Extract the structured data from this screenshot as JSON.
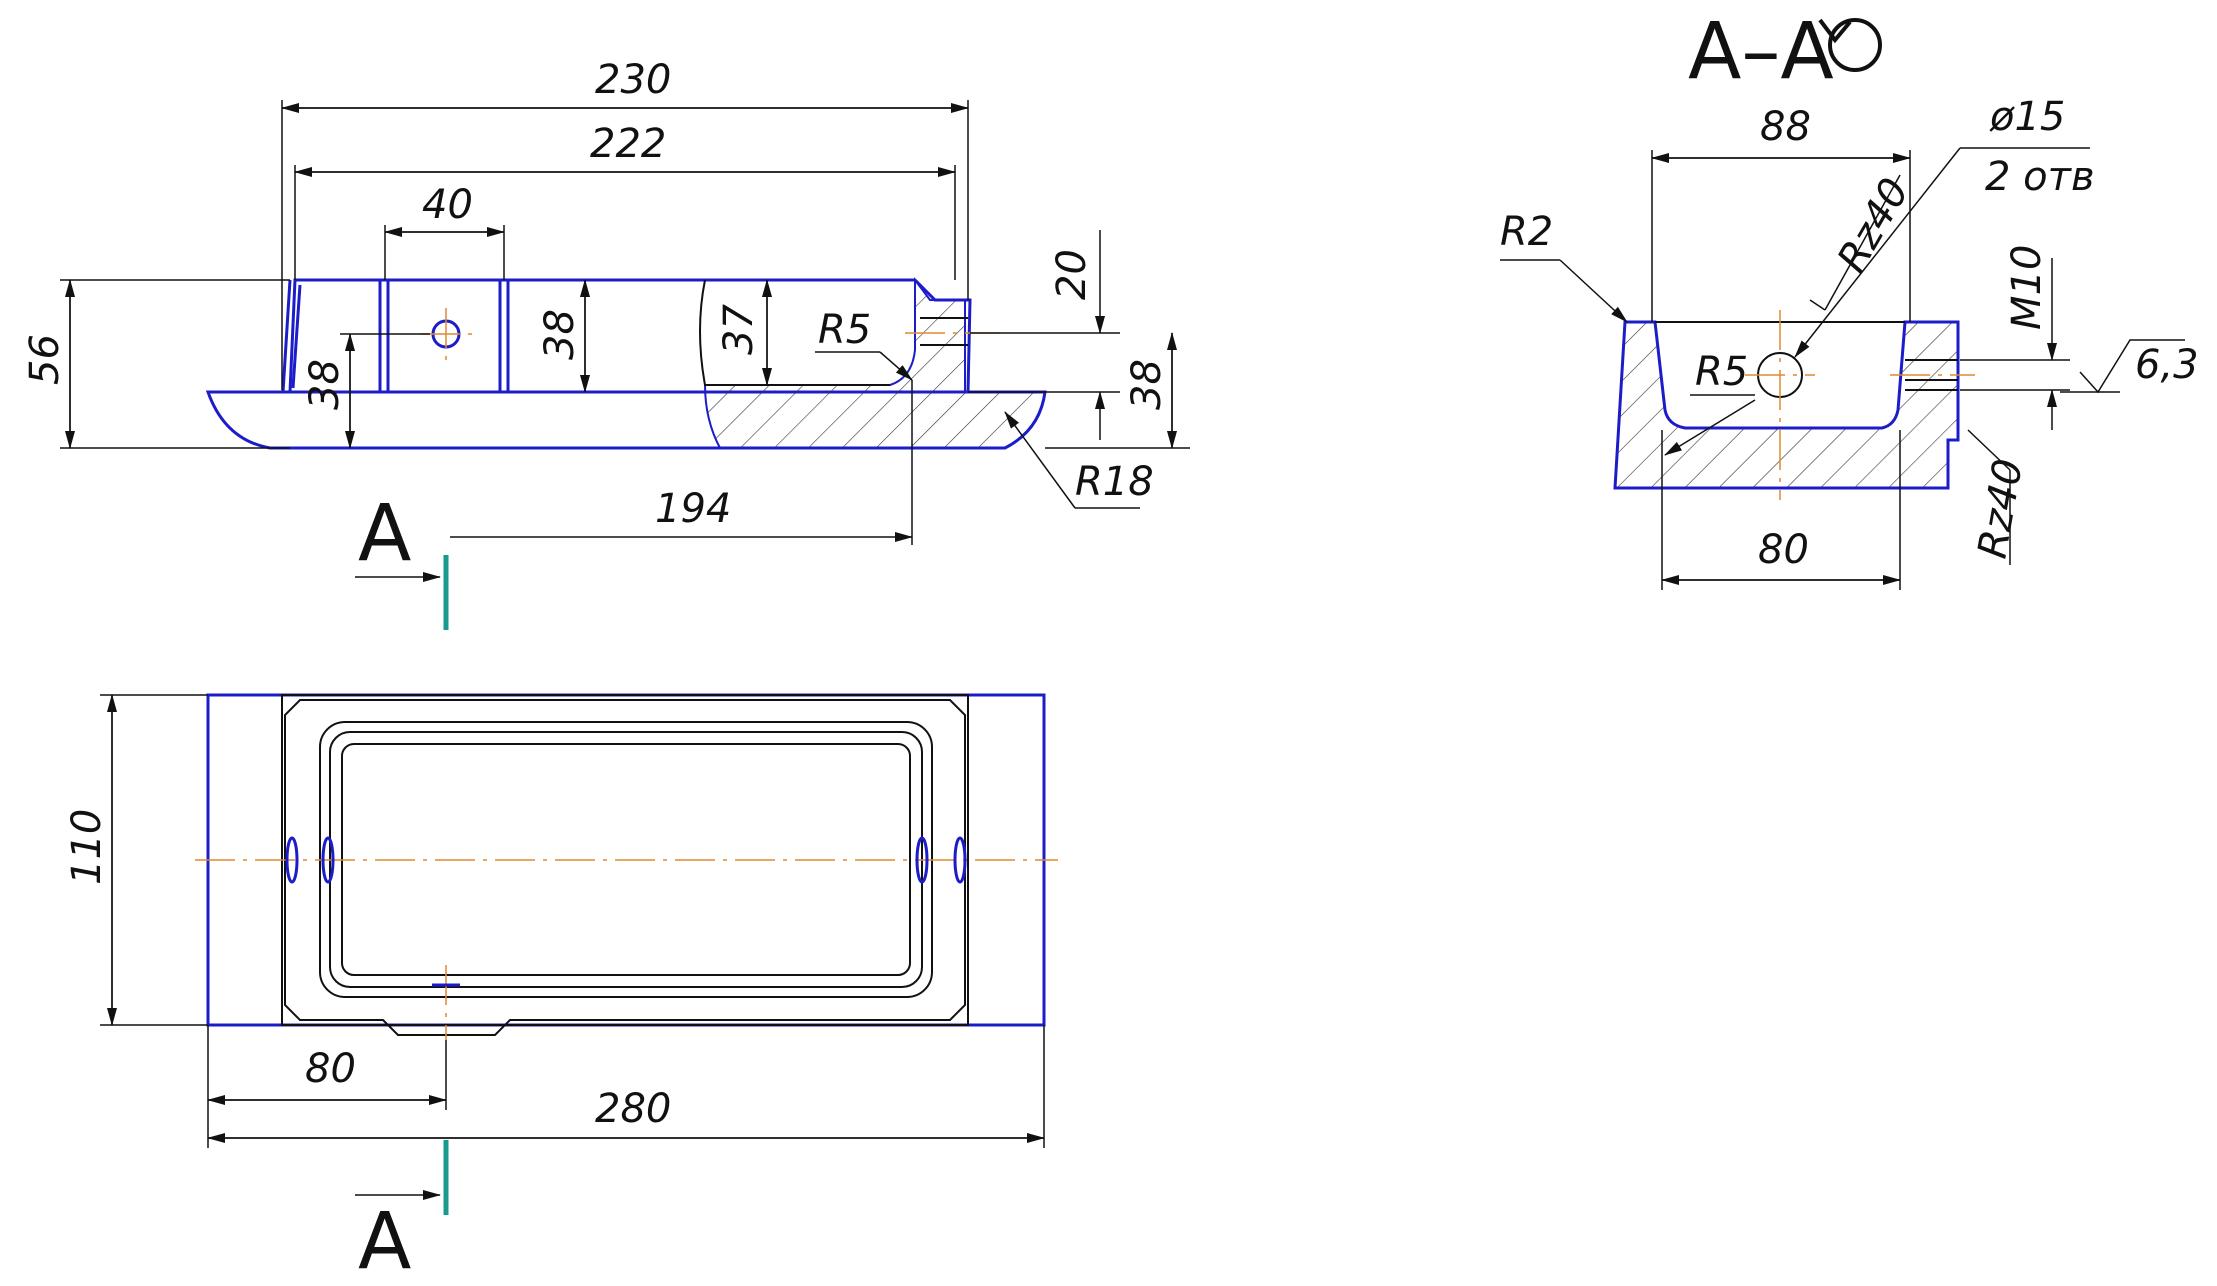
{
  "section_label": "А–А",
  "cut_labels": [
    "А",
    "А"
  ],
  "front_view": {
    "dims": {
      "overall_length": "230",
      "inner_length": "222",
      "hole_spacing": "40",
      "overall_height": "56",
      "inner_height_a": "38",
      "inner_height_b": "38",
      "depth": "37",
      "step": "20",
      "base_height": "38",
      "fillet_small": "R5",
      "fillet_big": "R18",
      "offset": "194"
    }
  },
  "plan_view": {
    "dims": {
      "width": "110",
      "offset": "80",
      "length": "280"
    }
  },
  "section_view": {
    "dims": {
      "top_width": "88",
      "bottom_width": "80",
      "hole_dia": "ø15",
      "hole_count": "2 отв",
      "roughness_a": "Rz40",
      "roughness_b": "Rz40",
      "fillet_r2": "R2",
      "fillet_r5": "R5",
      "thread": "М10",
      "surface": "6,3"
    }
  }
}
